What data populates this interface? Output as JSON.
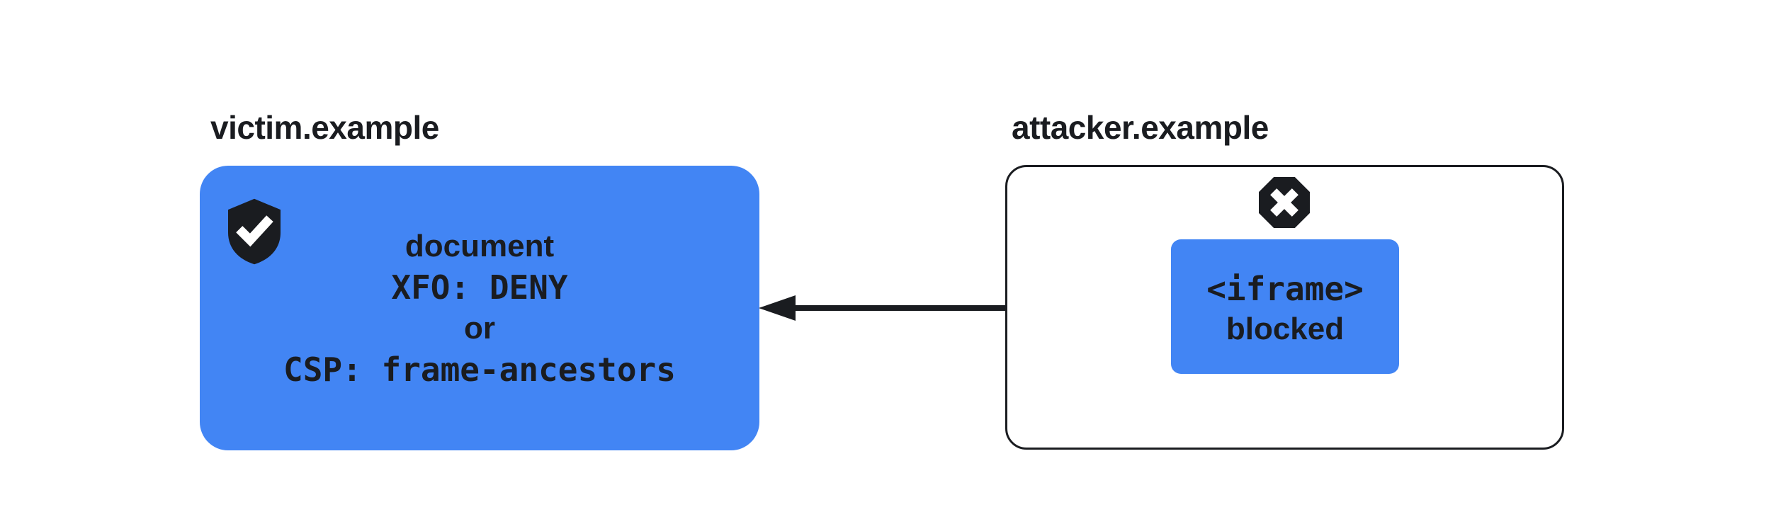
{
  "diagram": {
    "victim": {
      "label": "victim.example",
      "box_lines": [
        {
          "text": "document"
        },
        {
          "text": "XFO: DENY"
        },
        {
          "text": "or"
        },
        {
          "text": "CSP: frame-ancestors"
        }
      ],
      "icon": "shield-check-icon"
    },
    "attacker": {
      "label": "attacker.example",
      "icon": "blocked-x-icon",
      "iframe_lines": [
        {
          "text": "<iframe>"
        },
        {
          "text": "blocked"
        }
      ]
    },
    "arrow": {
      "direction": "right-to-left",
      "from": "iframe-blocked-box",
      "to": "victim-document-box"
    },
    "colors": {
      "accent_blue": "#4285F4",
      "ink": "#1a1c20",
      "background": "#ffffff"
    }
  }
}
